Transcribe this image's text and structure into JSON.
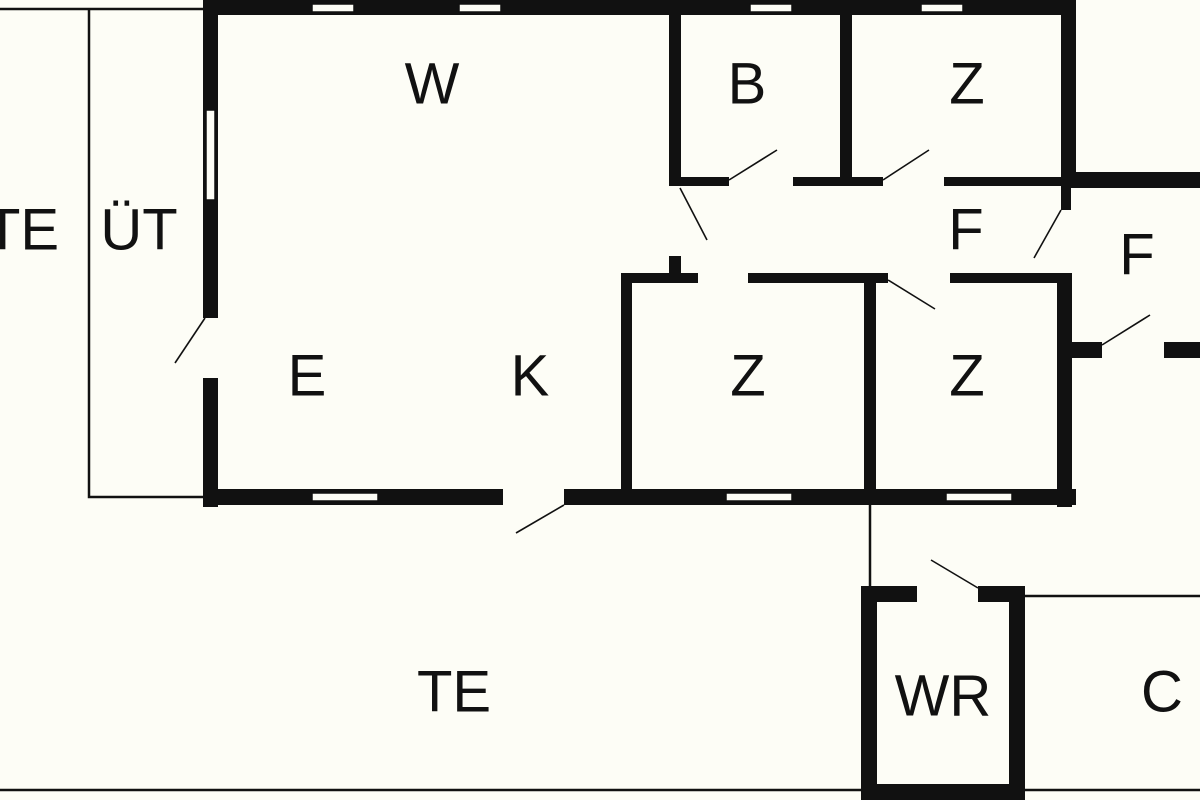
{
  "plan": {
    "background": "#fdfdf6",
    "wall_color": "#111111",
    "rooms": {
      "te_left": "TE",
      "ut": "ÜT",
      "w": "W",
      "b": "B",
      "z_top": "Z",
      "f_hall": "F",
      "f_right": "F",
      "e": "E",
      "k": "K",
      "z_mid": "Z",
      "z_right": "Z",
      "te_bottom": "TE",
      "wr": "WR",
      "c": "C"
    }
  }
}
